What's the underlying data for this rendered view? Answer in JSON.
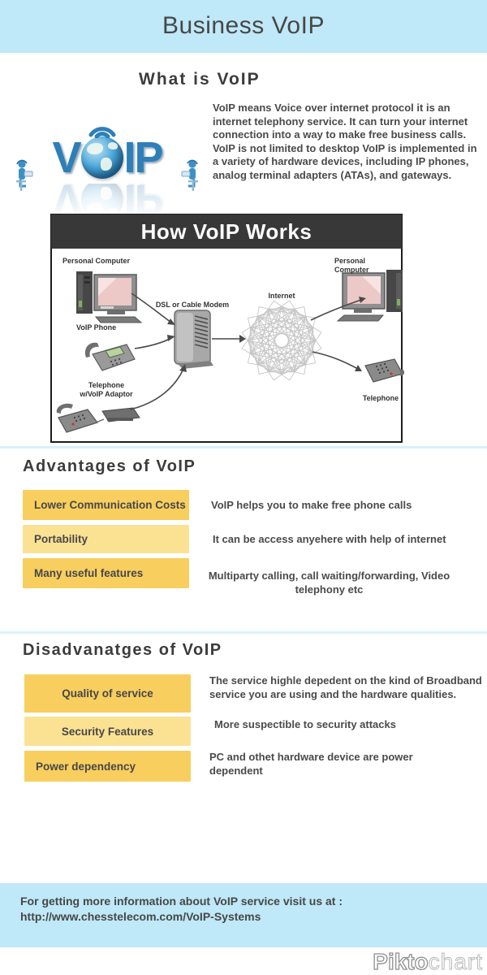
{
  "header": {
    "title": "Business VoIP"
  },
  "what_is": {
    "heading": "What is VoIP",
    "body": "VoIP means Voice over internet protocol it is an internet telephony service. It can turn your internet connection into a way to make free business calls. VoIP  is not limited to desktop VoIP is implemented in a variety of hardware devices, including IP phones, analog terminal adapters (ATAs), and gateways.",
    "logo_v": "V",
    "logo_ip": "IP"
  },
  "diagram": {
    "title": "How VoIP Works",
    "labels": {
      "pc_left": "Personal Computer",
      "pc_right": "Personal Computer",
      "modem": "DSL or Cable Modem",
      "internet": "Internet",
      "voip_phone": "VoIP Phone",
      "adaptor_line1": "Telephone",
      "adaptor_line2": "w/VoIP Adaptor",
      "telephone": "Telephone"
    }
  },
  "advantages": {
    "heading": "Advantages of VoIP",
    "items": [
      {
        "label": "Lower Communication Costs",
        "desc": "VoIP helps you to make free phone calls"
      },
      {
        "label": "Portability",
        "desc": "It can be access anyehere with help of internet"
      },
      {
        "label": "Many useful features",
        "desc": "Multiparty calling, call waiting/forwarding, Video telephony etc"
      }
    ]
  },
  "disadvantages": {
    "heading": "Disadvanatges of VoIP",
    "items": [
      {
        "label": "Quality of service",
        "desc": "The service highle depedent on the kind of Broadband service you are using and the hardware qualities."
      },
      {
        "label": "Security Features",
        "desc": "More suspectible to security attacks"
      },
      {
        "label": "Power dependency",
        "desc": "PC and othet hardware device are power dependent"
      }
    ]
  },
  "footer": {
    "line1": "For getting more information about VoIP service visit us at :",
    "line2": "http://www.chesstelecom.com/VoIP-Systems"
  },
  "watermark": {
    "bold": "Pikto",
    "light": "chart"
  },
  "colors": {
    "band_blue": "#BFE8F8",
    "yellow_dark": "#F8CE5F",
    "yellow_light": "#FBE293",
    "heading_text": "#3C3C3C",
    "body_text": "#4A4A4A",
    "diagram_header": "#383838",
    "logo_blue": "#2E7FB8"
  }
}
